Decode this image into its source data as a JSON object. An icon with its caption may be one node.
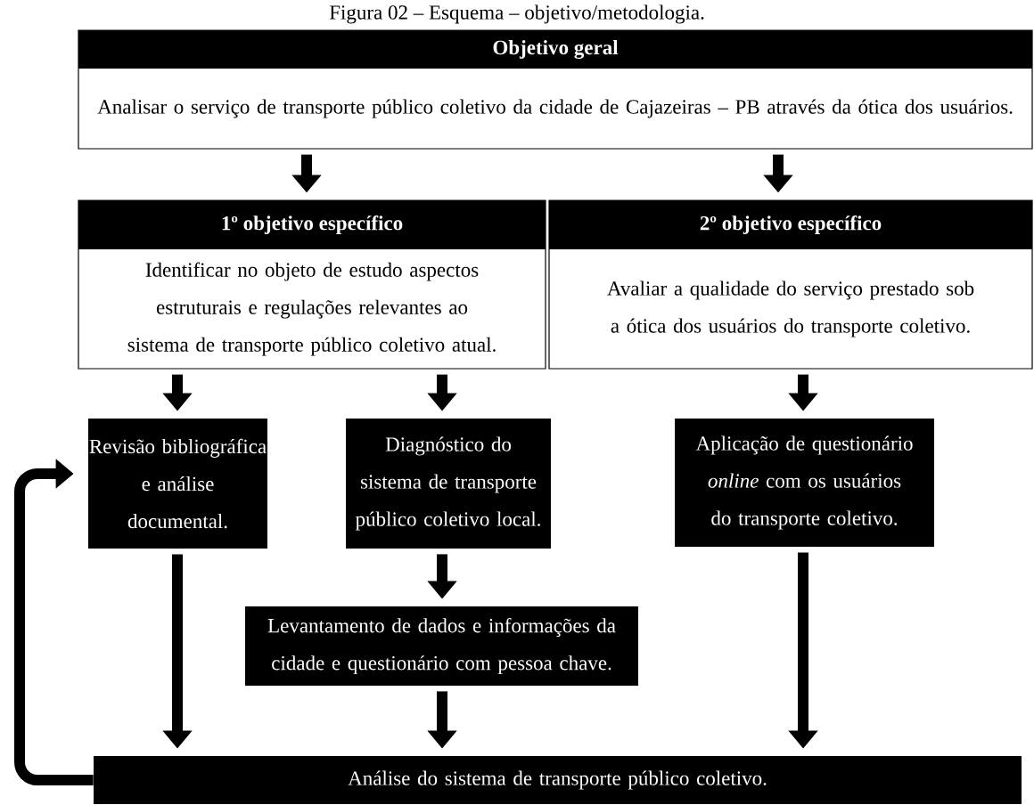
{
  "diagram": {
    "title": "Figura 02 – Esquema – objetivo/metodologia.",
    "nodes": [
      {
        "text": [
          "Objetivo geral",
          "Analisar o serviço de transporte público coletivo da cidade de Cajazeiras – PB através da ótica dos usuários."
        ]
      },
      {
        "text": [
          "1º objetivo específico",
          "Identificar no objeto de estudo aspectos estruturais e regulações relevantes ao sistema de transporte público coletivo atual."
        ]
      },
      {
        "text": [
          "2º objetivo específico",
          "Avaliar a qualidade do serviço prestado sob a ótica dos usuários do transporte coletivo."
        ]
      },
      {
        "text": [
          "Revisão bibliográfica e análise documental."
        ]
      },
      {
        "text": [
          "Diagnóstico do sistema de transporte público coletivo local."
        ]
      },
      {
        "text": [
          "Aplicação de questionário *online* com os usuários do transporte coletivo."
        ]
      },
      {
        "text": [
          "Levantamento de dados e informações da cidade e questionário com pessoa chave."
        ]
      },
      {
        "text": [
          "Análise do sistema de transporte público coletivo."
        ]
      }
    ],
    "edges": [
      {
        "from": 0,
        "to": 1,
        "arrow": "to"
      },
      {
        "from": 0,
        "to": 2,
        "arrow": "to"
      },
      {
        "from": 1,
        "to": 3,
        "arrow": "to"
      },
      {
        "from": 1,
        "to": 4,
        "arrow": "to"
      },
      {
        "from": 2,
        "to": 5,
        "arrow": "to"
      },
      {
        "from": 4,
        "to": 6,
        "arrow": "to"
      },
      {
        "from": 3,
        "to": 7,
        "arrow": "to"
      },
      {
        "from": 6,
        "to": 7,
        "arrow": "to"
      },
      {
        "from": 5,
        "to": 7,
        "arrow": "to"
      },
      {
        "from": 7,
        "to": 3,
        "arrow": "to"
      }
    ]
  }
}
